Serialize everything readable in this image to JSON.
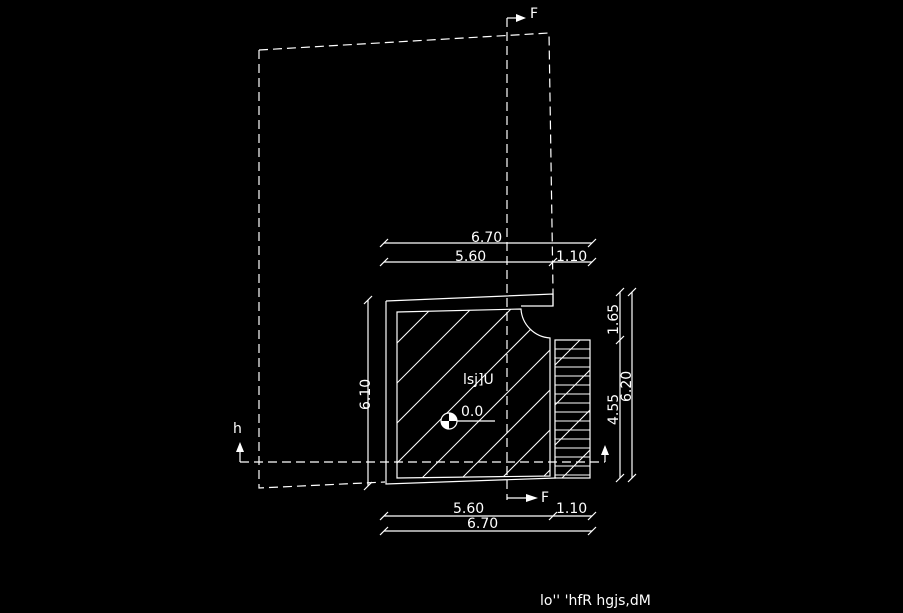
{
  "drawing": {
    "section_marker_top": "F",
    "section_marker_bottom": "F",
    "section_marker_left": "h",
    "room_label": "lsj]U",
    "level_marker": "0.0",
    "title": "lo'' 'hfR hgjs,dM",
    "dimensions": {
      "top_total": "6.70",
      "top_left": "5.60",
      "top_right": "1.10",
      "bottom_left": "5.60",
      "bottom_right": "1.10",
      "bottom_total": "6.70",
      "left_height": "6.10",
      "right_upper": "1.65",
      "right_lower": "4.55",
      "right_total": "6.20"
    },
    "colors": {
      "background": "#000000",
      "lines": "#ffffff"
    }
  }
}
